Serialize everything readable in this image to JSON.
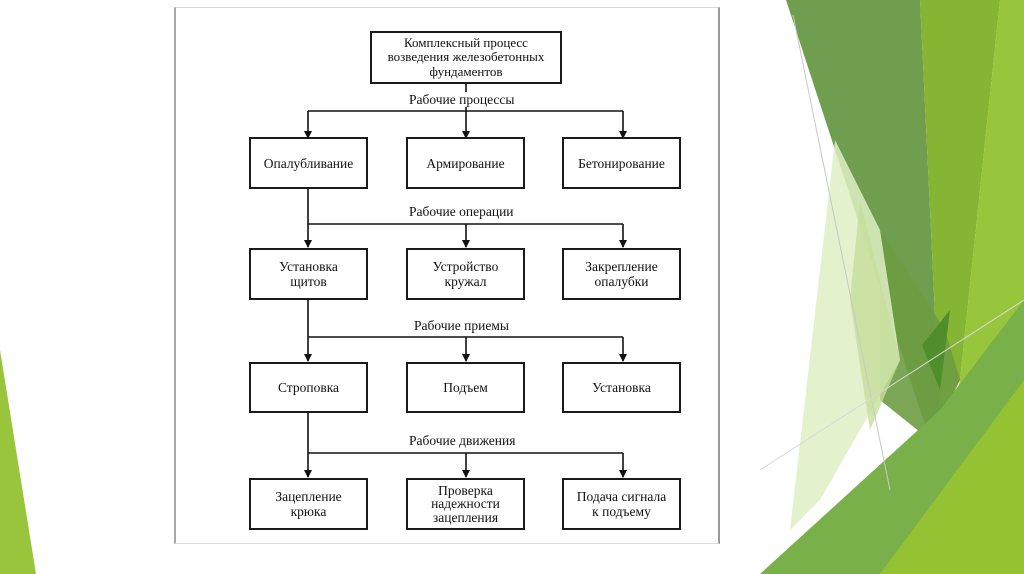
{
  "slide": {
    "theme_colors": {
      "dark_green": "#6a9a45",
      "mid_green": "#7fb04c",
      "light_green": "#8fbf3a",
      "lime": "#98c53c",
      "pale_green": "#d7e8b8"
    }
  },
  "diagram": {
    "root": {
      "lines": [
        "Комплексный процесс",
        "возведения железобетонных",
        "фундаментов"
      ]
    },
    "levels": [
      {
        "label": "Рабочие процессы",
        "nodes": [
          {
            "lines": [
              "Опалубливание"
            ]
          },
          {
            "lines": [
              "Армирование"
            ]
          },
          {
            "lines": [
              "Бетонирование"
            ]
          }
        ]
      },
      {
        "label": "Рабочие операции",
        "nodes": [
          {
            "lines": [
              "Установка",
              "щитов"
            ]
          },
          {
            "lines": [
              "Устройство",
              "кружал"
            ]
          },
          {
            "lines": [
              "Закрепление",
              "опалубки"
            ]
          }
        ]
      },
      {
        "label": "Рабочие приемы",
        "nodes": [
          {
            "lines": [
              "Строповка"
            ]
          },
          {
            "lines": [
              "Подъем"
            ]
          },
          {
            "lines": [
              "Установка"
            ]
          }
        ]
      },
      {
        "label": "Рабочие движения",
        "nodes": [
          {
            "lines": [
              "Зацепление",
              "крюка"
            ]
          },
          {
            "lines": [
              "Проверка",
              "надежности",
              "зацепления"
            ]
          },
          {
            "lines": [
              "Подача сигнала",
              "к подъему"
            ]
          }
        ]
      }
    ]
  }
}
